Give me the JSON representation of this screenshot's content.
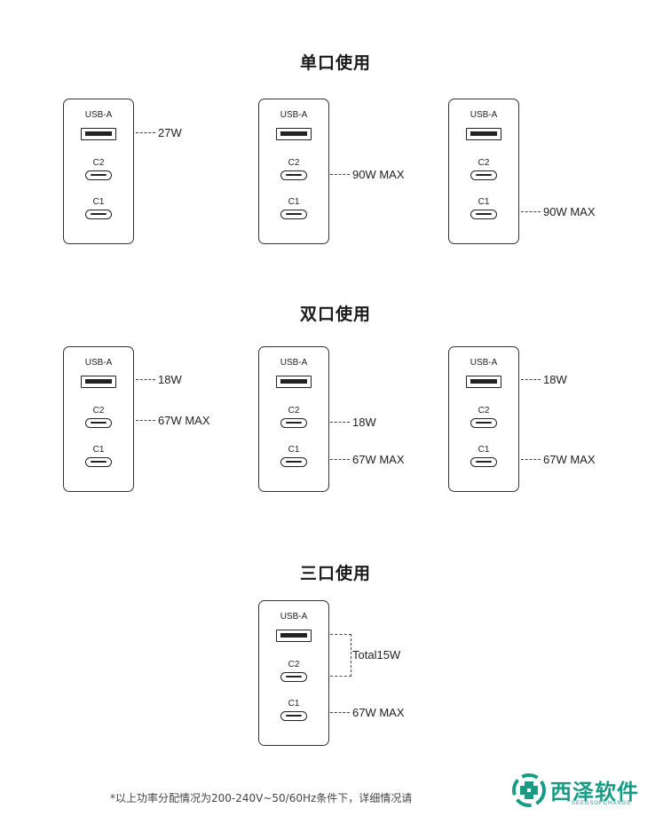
{
  "sections": [
    {
      "title": "单口使用",
      "chargers": [
        {
          "ports": [
            "USB-A",
            "C2",
            "C1"
          ],
          "callouts": {
            "usba": "27W"
          }
        },
        {
          "ports": [
            "USB-A",
            "C2",
            "C1"
          ],
          "callouts": {
            "c2": "90W MAX"
          }
        },
        {
          "ports": [
            "USB-A",
            "C2",
            "C1"
          ],
          "callouts": {
            "c1": "90W MAX"
          }
        }
      ]
    },
    {
      "title": "双口使用",
      "chargers": [
        {
          "ports": [
            "USB-A",
            "C2",
            "C1"
          ],
          "callouts": {
            "usba": "18W",
            "c2": "67W MAX"
          }
        },
        {
          "ports": [
            "USB-A",
            "C2",
            "C1"
          ],
          "callouts": {
            "c2": "18W",
            "c1": "67W MAX"
          }
        },
        {
          "ports": [
            "USB-A",
            "C2",
            "C1"
          ],
          "callouts": {
            "usba": "18W",
            "c1": "67W MAX"
          }
        }
      ]
    },
    {
      "title": "三口使用",
      "chargers": [
        {
          "ports": [
            "USB-A",
            "C2",
            "C1"
          ],
          "callouts": {
            "usba_c2_total": "Total15W",
            "c1": "67W MAX"
          }
        }
      ]
    }
  ],
  "footnote": "*以上功率分配情况为200-240V~50/60Hz条件下，详细情况请",
  "watermark": {
    "name": "西泽软件",
    "sub": "SEEDSOFCHANGE",
    "color": "#1a9b86"
  }
}
